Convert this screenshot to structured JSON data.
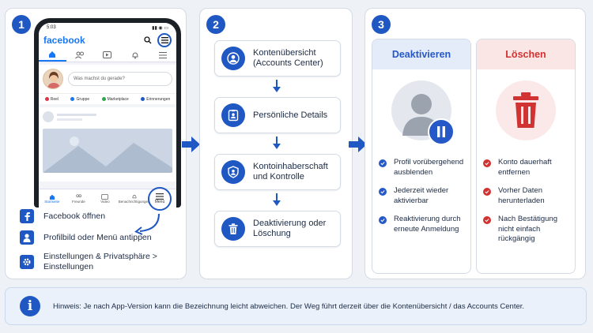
{
  "colors": {
    "primary": "#1f57c3",
    "deactivate": "#2659c7",
    "delete": "#d13232",
    "fb_blue": "#1877f2"
  },
  "step1": {
    "number": "1",
    "phone": {
      "time": "5:03",
      "brand": "facebook",
      "composer_placeholder": "Was machst du gerade?",
      "shortcuts": [
        "Reel",
        "Gruppe",
        "Marketplace",
        "Erinnerungen"
      ],
      "bottom_nav": [
        "Startseite",
        "Freunde",
        "Video",
        "Benachrichtigungen",
        "Menü"
      ]
    },
    "items": [
      {
        "icon": "facebook-icon",
        "text": "Facebook öffnen"
      },
      {
        "icon": "user-icon",
        "text": "Profilbild oder Menü antippen"
      },
      {
        "icon": "gear-icon",
        "text": "Einstellungen & Privatsphäre > Einstellungen"
      }
    ]
  },
  "step2": {
    "number": "2",
    "boxes": [
      {
        "icon": "account-icon",
        "text": "Kontenübersicht (Accounts Center)"
      },
      {
        "icon": "id-card-icon",
        "text": "Persönliche Details"
      },
      {
        "icon": "shield-user-icon",
        "text": "Kontoinhaberschaft und Kontrolle"
      },
      {
        "icon": "trash-icon",
        "text": "Deaktivierung oder Löschung"
      }
    ]
  },
  "step3": {
    "number": "3",
    "deactivate": {
      "title": "Deaktivieren",
      "items": [
        "Profil vorübergehend ausblenden",
        "Jederzeit wieder aktivierbar",
        "Reaktivierung durch erneute Anmeldung"
      ]
    },
    "delete": {
      "title": "Löschen",
      "items": [
        "Konto dauerhaft entfernen",
        "Vorher Daten herunterladen",
        "Nach Bestätigung nicht einfach rückgängig"
      ]
    }
  },
  "hint": {
    "text": "Hinweis: Je nach App-Version kann die Bezeichnung leicht abweichen.  Der Weg führt derzeit über die Kontenübersicht / das Accounts Center."
  }
}
